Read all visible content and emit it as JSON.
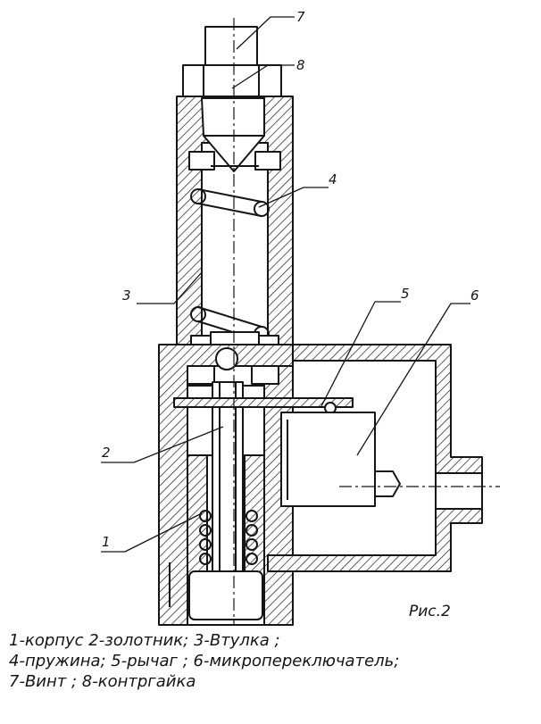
{
  "figure": {
    "caption": "Рис.2",
    "callouts": [
      {
        "num": "1"
      },
      {
        "num": "2"
      },
      {
        "num": "3"
      },
      {
        "num": "4"
      },
      {
        "num": "5"
      },
      {
        "num": "6"
      },
      {
        "num": "7"
      },
      {
        "num": "8"
      }
    ]
  },
  "legend": {
    "line1": "1-корпус   2-золотник; 3-Втулка ;",
    "line2": "4-пружина; 5-рычаг ;   6-микропереключатель;",
    "line3": " 7-Винт  ; 8-контргайка"
  },
  "colors": {
    "ink": "#151515",
    "paper": "#ffffff"
  },
  "icons": {
    "hatch": "diagonal-hatch-pattern"
  }
}
